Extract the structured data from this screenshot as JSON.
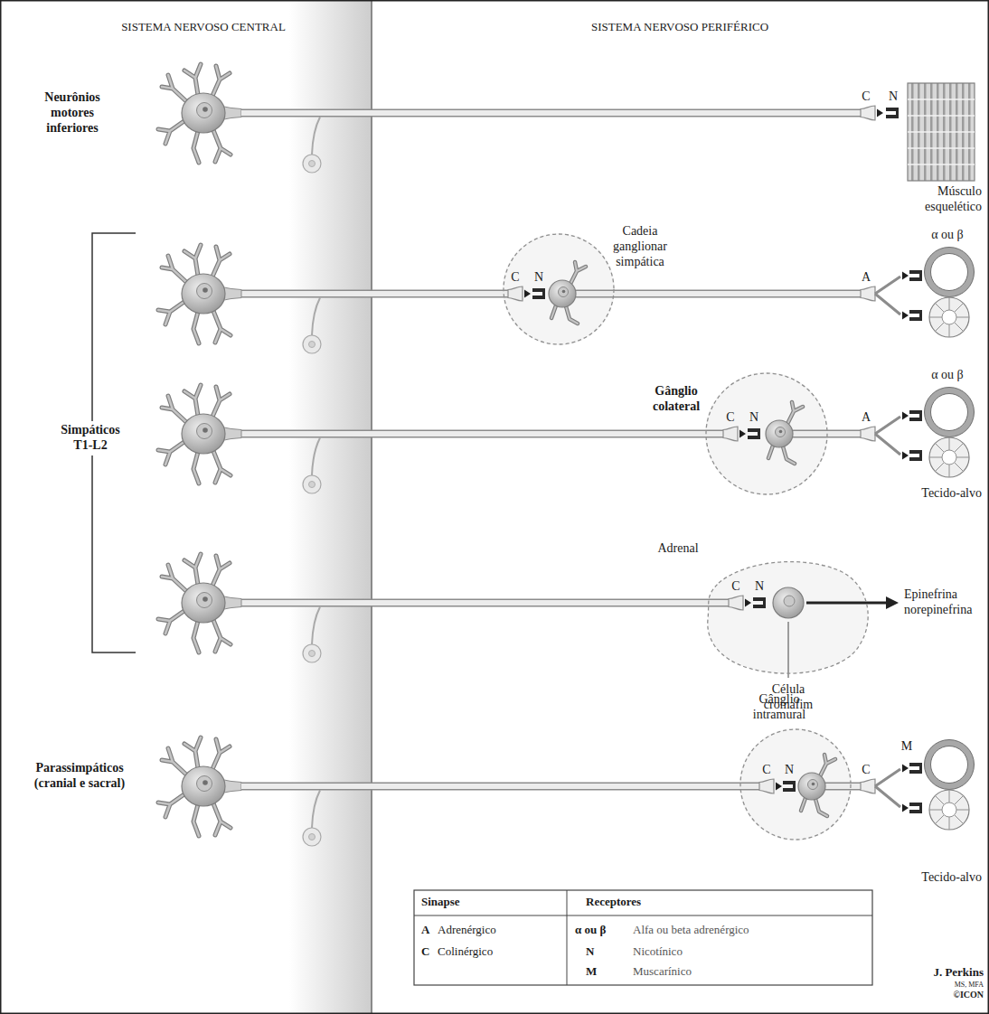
{
  "diagram": {
    "nodes": [
      {
        "text": [
          "Neurônios motores inferiores"
        ]
      },
      {
        "text": [
          "Músculo esquelético"
        ]
      },
      {
        "text": [
          "Cadeia ganglionar simpática"
        ]
      },
      {
        "text": [
          "Gânglio colateral"
        ]
      },
      {
        "text": [
          "Tecido-alvo"
        ]
      },
      {
        "text": [
          "Adrenal"
        ]
      },
      {
        "text": [
          "Célula cromafim"
        ],
        "in": 5
      },
      {
        "text": [
          "Parassimpáticos (cranial e sacral)"
        ]
      },
      {
        "text": [
          "Gânglio intramural"
        ]
      },
      {
        "text": [
          "Tecido-alvo"
        ]
      }
    ],
    "edges": [
      {
        "from": 0,
        "to": 1,
        "arrow": "none"
      },
      {
        "from": 3,
        "to": 4,
        "arrow": "none"
      },
      {
        "from": 7,
        "to": 8,
        "arrow": "none"
      },
      {
        "from": 8,
        "to": 9,
        "arrow": "none"
      }
    ],
    "labels": [
      "SISTEMA NERVOSO CENTRAL",
      "SISTEMA NERVOSO PERIFÉRICO",
      "C",
      "N",
      "C",
      "N",
      "A",
      "α ou β",
      "C",
      "N",
      "A",
      "α ou β",
      "Simpáticos T1-L2",
      "C",
      "N",
      "Epinefrina norepinefrina",
      "C",
      "N",
      "C",
      "M",
      "Sinapse",
      "Receptores",
      "A",
      "Adrenérgico",
      "α ou β",
      "Alfa ou beta adrenérgico",
      "C",
      "Colinérgico",
      "N",
      "Nicotínico",
      "M",
      "Muscarínico",
      "J. Perkins",
      "MS, MFA",
      "©ICON"
    ]
  }
}
